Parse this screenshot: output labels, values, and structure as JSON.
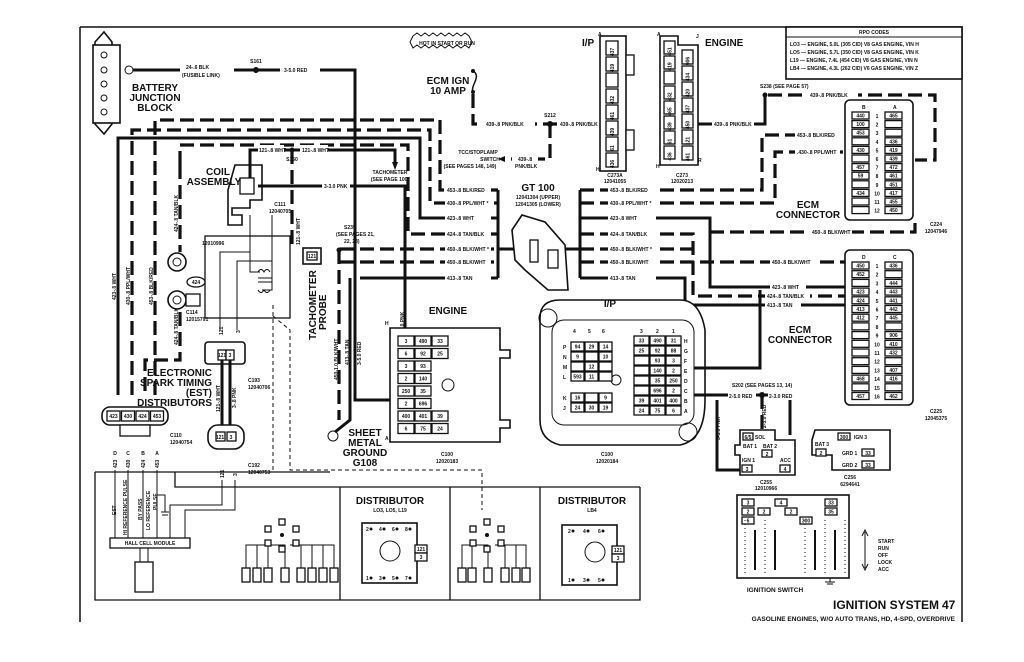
{
  "title": "IGNITION SYSTEM",
  "page_number": "47",
  "subtitle": "GASOLINE ENGINES, W/O AUTO TRANS, HD, 4-SPD, OVERDRIVE",
  "rpo": {
    "heading": "RPO CODES",
    "lines": [
      "LO3 — ENGINE, 5.0L (305 CID) V8 GAS ENGINE, VIN H",
      "LO5 — ENGINE, 5.7L (350 CID) V8 GAS ENGINE, VIN K",
      "L19 — ENGINE, 7.4L (454 CID) V8 GAS ENGINE, VIN N",
      "LB4 — ENGINE, 4.3L (262 CID) V6 GAS ENGINE, VIN Z"
    ]
  },
  "battery": {
    "label1": "BATTERY",
    "label2": "JUNCTION",
    "label3": "BLOCK",
    "wire1": "24-.6 BLK",
    "wire1b": "(FUSIBLE LINK)",
    "splice": "S161",
    "wire2": "3-5.0 RED"
  },
  "fuse": {
    "hot": "HOT IN START OR RUN",
    "name1": "ECM IGN",
    "name2": "10 AMP",
    "wire": "439-.8 PNK/BLK",
    "splice": "S212",
    "wire2": "439-.8 PNK/BLK",
    "wire3a": "439-.8",
    "wire3b": "PNK/BLK",
    "tcc1": "TCC/STOPLAMP",
    "tcc2": "SWITCH",
    "tcc3": "(SEE PAGES 148, 149)",
    "wire4": "439-.8 PNK/BLK",
    "s238": "S238 (SEE PAGE 57)",
    "wire5": "439-.8 PNK/BLK"
  },
  "c273a": {
    "side": "I/P",
    "name": "C273A",
    "part": "12041055",
    "pins": [
      "437",
      "419",
      "",
      "432",
      "461",
      "439",
      "61",
      "436"
    ],
    "top": "A",
    "bottom": "H"
  },
  "c273": {
    "side": "ENGINE",
    "name": "C273",
    "part": "12020213",
    "pins_left": [
      "451",
      "419",
      "",
      "432",
      "465",
      "439",
      "61",
      "436"
    ],
    "pins_right": [
      "906",
      "434",
      "420",
      "437",
      "450",
      "121",
      "461"
    ],
    "a": "A",
    "j": "J",
    "h": "H",
    "r": "R"
  },
  "harness": {
    "rows_left": [
      "453-.8 BLK/RED",
      "430-.8 PPL/WHT *",
      "423-.8 WHT",
      "424-.8 TAN/BLK",
      "450-.8 BLK/WHT *",
      "450-.8 BLK/WHT",
      "413-.8 TAN"
    ],
    "rows_right": [
      "453-.8 BLK/RED",
      "430-.8 PPL/WHT *",
      "423-.8 WHT",
      "424-.8 TAN/BLK",
      "450-.8 BLK/WHT *",
      "450-.8 BLK/WHT",
      "413-.8 TAN"
    ],
    "ecm_453": "453-.8 BLK/RED",
    "ecm_430": ".430-.8 PPL/WHT",
    "ecm_450": "450-.8 BLK/WHT",
    "ecm_450b": "450-.8 BLK/WHT",
    "ecm_423": "423-.8 WHT",
    "ecm_424": "424-.8 TAN/BLK",
    "ecm_413": "413-.8 TAN",
    "v423": "423-.8 WHT",
    "v430": "430-.8 PPL/WHT",
    "v453": "453-.8 BLK/RED",
    "v424": "424-.8 TAN/BLK",
    "v424b": "424-.8 TAN/BLK"
  },
  "gt100": {
    "name": "GT 100",
    "upper": "12041304 (UPPER)",
    "lower": "12041305 (LOWER)"
  },
  "coil": {
    "label1": "COIL",
    "label2": "ASSEMBLY",
    "w1": "121-.8 WHT",
    "w2": "121-.8 WHT",
    "splice": "S160",
    "tach1": "TACHOMETER",
    "tach2": "(SEE PAGE 100)",
    "pnk": "3-3.0 PNK",
    "c111": "C111",
    "c111p": "12040705",
    "vwht": "121-.8 WHT",
    "p121": "121",
    "p3": "3"
  },
  "tach_probe": {
    "pin": "121",
    "label1": "TACHOMETER",
    "label2": "PROBE",
    "s239a": "S239",
    "s239b": "(SEE PAGES 21,",
    "s239c": "22, 23)"
  },
  "est": {
    "l1": "ELECTRONIC",
    "l2": "SPARK TIMING",
    "l3": "(EST)",
    "l4": "DISTRIBUTORS",
    "c114": "C114",
    "c114p": "12015791",
    "p12010996": "12010996",
    "oval": "424",
    "c193": "C193",
    "c193p": "12040706",
    "c193pins": [
      "121",
      "3"
    ],
    "w121": "121-.8 WHT",
    "w3": "3-.8 PNK",
    "c192": "C192",
    "c192p": "12040753",
    "c192pins": [
      "121",
      "3"
    ],
    "c110": "C110",
    "c110p": "12040754",
    "c110pins": [
      "423",
      "430",
      "424",
      "453"
    ]
  },
  "ground": {
    "l1": "SHEET",
    "l2": "METAL",
    "l3": "GROUND",
    "l4": "G108",
    "w1": "450-1.0 BLK/WHT",
    "w2": "413-.8 TAN",
    "w3": "3-5.0 RED",
    "w4": "3-3.0 PNK"
  },
  "hall": {
    "letters": [
      "D",
      "C",
      "B",
      "A"
    ],
    "nums": [
      "423",
      "430",
      "424",
      "453"
    ],
    "est": "EST",
    "hi": "HI REFERENCE PULSE",
    "by": "BY PASS",
    "lo1": "LO REFERENCE",
    "lo2": "PULSE",
    "module": "HALL CELL MODULE",
    "p121": "121",
    "p3": "3"
  },
  "dist1": {
    "title": "DISTRIBUTOR",
    "sub": "LO3, LO5, L19",
    "top": [
      "2",
      "4",
      "6",
      "8"
    ],
    "bottom": [
      "1",
      "3",
      "5",
      "7"
    ],
    "tabs": [
      "121",
      "3"
    ]
  },
  "dist2": {
    "title": "DISTRIBUTOR",
    "sub": "LB4",
    "top": [
      "2",
      "4",
      "6"
    ],
    "bottom": [
      "1",
      "3",
      "5"
    ],
    "tabs": [
      "121",
      "3"
    ]
  },
  "c100e": {
    "side": "ENGINE",
    "name": "C100",
    "part": "12020183",
    "h": "H",
    "a": "A",
    "rows": [
      [
        "3",
        "490",
        "33"
      ],
      [
        "6",
        "92",
        "25"
      ],
      [
        "3",
        "93",
        ""
      ],
      [
        "2",
        "140",
        ""
      ],
      [
        "250",
        "35",
        ""
      ],
      [
        "2",
        "696",
        ""
      ],
      [
        "400",
        "401",
        "39"
      ],
      [
        "6",
        "75",
        "24"
      ]
    ]
  },
  "c100i": {
    "side": "I/P",
    "name": "C100",
    "part": "12020184",
    "cols": [
      "4",
      "5",
      "6",
      "3",
      "2",
      "1"
    ],
    "left_letters": [
      "P",
      "N",
      "M",
      "L",
      "K",
      "J"
    ],
    "right_letters": [
      "H",
      "G",
      "F",
      "E",
      "D",
      "C",
      "B",
      "A"
    ],
    "left_rows": [
      [
        "94",
        "29",
        "14"
      ],
      [
        "9",
        "",
        "10"
      ],
      [
        "",
        "12",
        ""
      ],
      [
        "593",
        "11",
        ""
      ],
      [
        "16",
        "",
        "9"
      ],
      [
        "24",
        "30",
        "19"
      ]
    ],
    "right_rows": [
      [
        "33",
        "490",
        "31"
      ],
      [
        "25",
        "92",
        "88"
      ],
      [
        "",
        "93",
        "3"
      ],
      [
        "",
        "140",
        "2"
      ],
      [
        "",
        "35",
        "250"
      ],
      [
        "",
        "696",
        "2"
      ],
      [
        "39",
        "401",
        "400"
      ],
      [
        "24",
        "75",
        "6"
      ]
    ]
  },
  "s202": {
    "label": "S202 (SEE PAGES 13, 14)",
    "w1": "2-5.0 RED",
    "w2": "2-3.0 RED",
    "w3": "2-3.0 RED",
    "pnk": "3-3.0 PNK"
  },
  "c255": {
    "name": "C255",
    "part": "12010966",
    "sol": "6/5",
    "sol_l": "SOL",
    "bat1": "BAT 1",
    "bat2": "BAT 2",
    "bat2p": "2",
    "ign1": "IGN 1",
    "ign1p": "3",
    "acc": "ACC",
    "accp": "4"
  },
  "c256": {
    "name": "C256",
    "part": "6294641",
    "p300": "300",
    "ign3": "IGN 3",
    "bat3": "BAT 3",
    "bat3p": "2",
    "grd1": "GRD 1",
    "grd1p": "33",
    "grd2": "GRD 2",
    "grd2p": "33"
  },
  "ignition_switch": {
    "label": "IGNITION SWITCH",
    "pins": [
      "3",
      "2",
      "6",
      "4",
      "2",
      "2",
      "300",
      "33",
      "35"
    ],
    "positions": [
      "START",
      "RUN",
      "OFF",
      "LOCK",
      "ACC"
    ]
  },
  "ecm_c224": {
    "label1": "ECM",
    "label2": "CONNECTOR",
    "name": "C224",
    "part": "12047946",
    "colB": "B",
    "colA": "A",
    "B": [
      "440",
      "100",
      "453",
      "",
      "430",
      "",
      "457",
      "59",
      "",
      "434",
      "",
      ""
    ],
    "A": [
      "465",
      "",
      "",
      "436",
      "419",
      "439",
      "472",
      "461",
      "451",
      "417",
      "455",
      "450"
    ]
  },
  "ecm_c225": {
    "label1": "ECM",
    "label2": "CONNECTOR",
    "name": "C225",
    "part": "12045375",
    "colD": "D",
    "colC": "C",
    "D": [
      "450",
      "452",
      "",
      "423",
      "424",
      "413",
      "412",
      "",
      "",
      "",
      "",
      "",
      "",
      "468",
      "",
      "457"
    ],
    "C": [
      "436",
      "",
      "444",
      "443",
      "441",
      "442",
      "445",
      "",
      "906",
      "410",
      "432",
      "",
      "407",
      "416",
      "",
      "462"
    ]
  }
}
